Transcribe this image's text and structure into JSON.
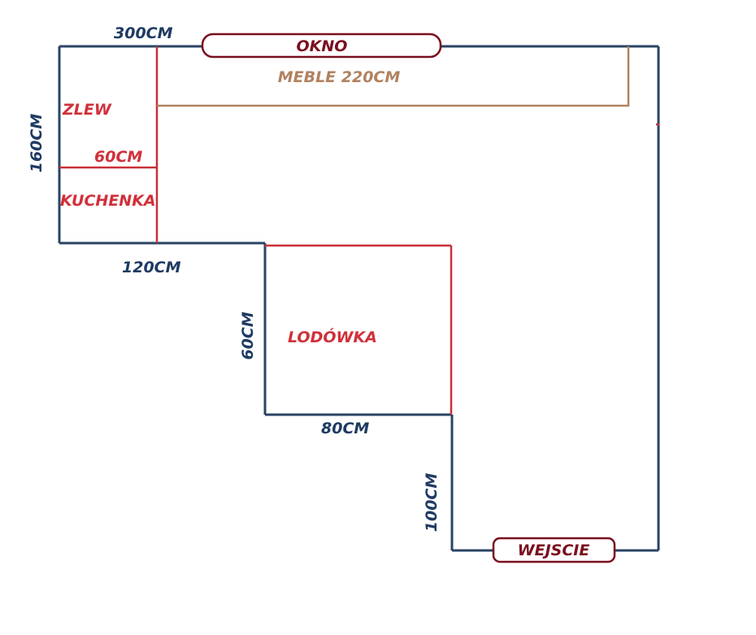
{
  "colors": {
    "wall": "#2a4466",
    "red": "#c93038",
    "maroon": "#7a0f1e",
    "furniture": "#b08260",
    "dimension_text": "#1f3b63"
  },
  "labels": {
    "window": "OKNO",
    "furniture": "MEBLE 220CM",
    "sink": "ZLEW",
    "stove": "KUCHENKA",
    "fridge": "LODÓWKA",
    "entrance": "WEJSCIE"
  },
  "dimensions": {
    "top_width": "300CM",
    "left_height": "160CM",
    "sink_depth": "60CM",
    "bottom_left": "120CM",
    "fridge_height": "60CM",
    "fridge_width": "80CM",
    "entrance_wall": "100CM"
  }
}
